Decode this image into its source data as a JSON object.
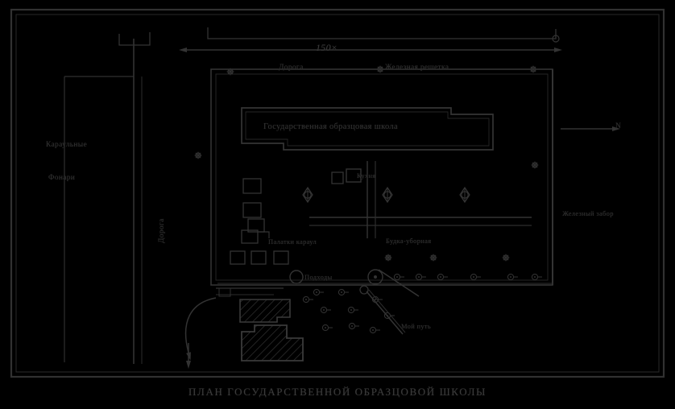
{
  "page": {
    "title": "ПЛАН ГОСУДАРСТВЕННОЙ ОБРАЗЦОВОЙ ШКОЛЫ",
    "background_color": "#000000",
    "ink_color": "#323232"
  },
  "dimension": {
    "top_width": "150×"
  },
  "compass": {
    "north_label": "N"
  },
  "labels": {
    "road_top": "Дорога",
    "iron_grating": "Железная решетка",
    "guards": "Караульные",
    "lanterns": "Фонари",
    "road_left": "Дорога",
    "main_building": "Государственная образцовая школа",
    "kitchen": "Кухня",
    "guard_tents": "Палатки караул",
    "toilet_booth": "Будка-уборная",
    "sentry_post": "Подходы",
    "my_path": "Мой путь",
    "iron_fence": "Железный забор"
  },
  "legend": [
    {
      "symbol": "guard-marker",
      "label": "Караульные"
    },
    {
      "symbol": "lantern-marker",
      "label": "Фонари"
    }
  ]
}
